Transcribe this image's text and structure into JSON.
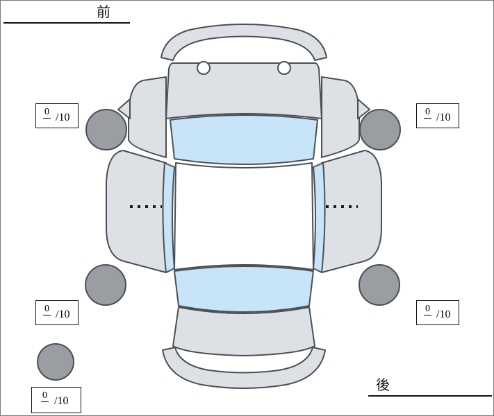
{
  "labels": {
    "front": "前",
    "rear": "後"
  },
  "tread_scores": {
    "front_left": {
      "num": "0",
      "den": "/10"
    },
    "front_right": {
      "num": "0",
      "den": "/10"
    },
    "rear_left": {
      "num": "0",
      "den": "/10"
    },
    "rear_right": {
      "num": "0",
      "den": "/10"
    },
    "spare": {
      "num": "0",
      "den": "/10"
    }
  },
  "colors": {
    "background": "#ffffff",
    "body": "#dde1e6",
    "window": "#c8e4f8",
    "roof": "#ffffff",
    "tire": "#9a9da1",
    "outline": "#4a4f55"
  }
}
